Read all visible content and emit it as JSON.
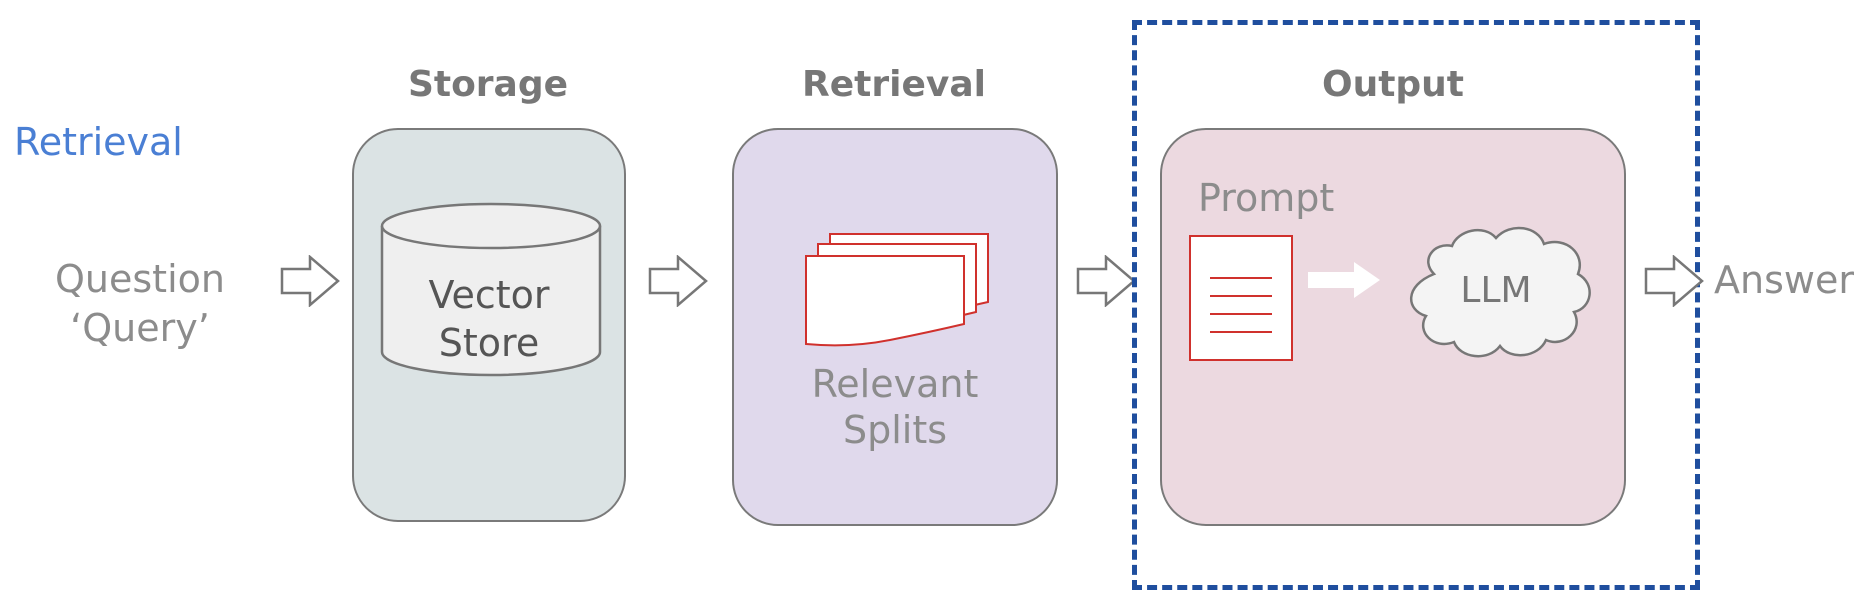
{
  "section_label": "Retrieval",
  "input": {
    "line1": "Question",
    "line2": "‘Query’"
  },
  "stages": {
    "storage": {
      "title": "Storage",
      "db_line1": "Vector",
      "db_line2": "Store"
    },
    "retrieval": {
      "title": "Retrieval",
      "label_line1": "Relevant",
      "label_line2": "Splits"
    },
    "output": {
      "title": "Output",
      "prompt_label": "Prompt",
      "llm_label": "LLM"
    }
  },
  "answer_label": "Answer",
  "colors": {
    "storage_fill": "#dbe3e4",
    "retrieval_fill": "#e0d9ec",
    "output_fill": "#ecd9e0",
    "doc_red": "#d0312d",
    "highlight_dashed": "#1f4e9e",
    "section_blue": "#4a7fd4"
  },
  "icons": [
    "arrow-right-icon",
    "database-cylinder-icon",
    "document-stack-icon",
    "document-icon",
    "cloud-icon"
  ]
}
